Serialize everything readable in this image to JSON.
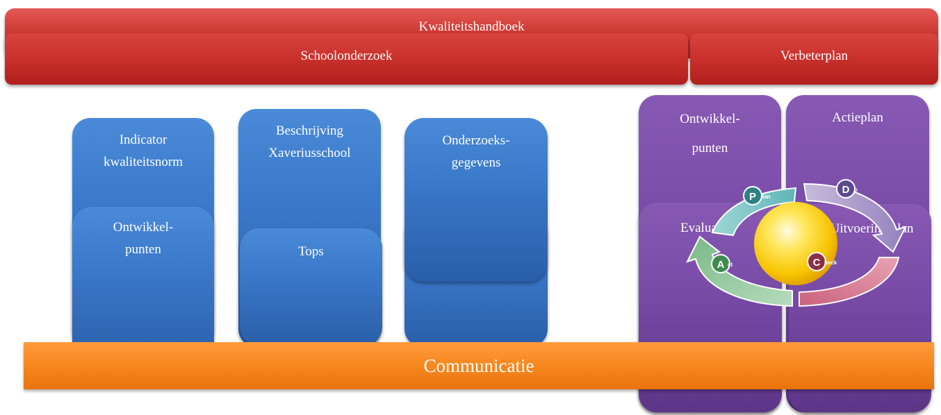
{
  "header": {
    "handboek": "Kwaliteitshandboek",
    "onderzoek": "Schoolonderzoek",
    "verbeterplan": "Verbeterplan"
  },
  "blue_boxes": {
    "indicator": "Indicator kwaliteitsnorm",
    "ontwikkelpunten": "Ontwikkel-punten",
    "beschrijving": "Beschrijving Xaveriusschool",
    "tops": "Tops",
    "onderzoeksgegevens": "Onderzoeks-gegevens"
  },
  "purple_boxes": {
    "ontwikkelpunten": "Ontwikkel-punten",
    "actieplan": "Actieplan",
    "evaluatie": "Evaluatie",
    "uitvoering": "Uitvoering plan"
  },
  "pdca": {
    "plan": "Plan",
    "do": "Do",
    "check": "Check",
    "act": "Act",
    "colors": {
      "plan_arrow": "#7cc6c8",
      "do_arrow": "#a99ac8",
      "check_arrow": "#d9849a",
      "act_arrow": "#8fc59a",
      "sun": "#ffd21a"
    }
  },
  "footer": {
    "communicatie": "Communicatie"
  },
  "colors": {
    "red": "#cf3a35",
    "blue": "#3a78c9",
    "purple": "#774aa6",
    "orange": "#f7871f"
  }
}
